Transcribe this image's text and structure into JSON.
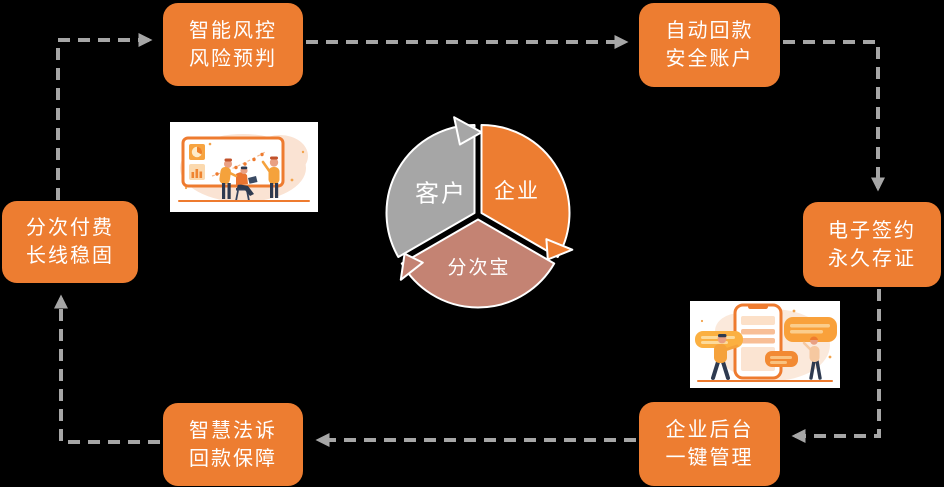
{
  "colors": {
    "canvas-bg": "#000000",
    "box-orange": "#ED7D31",
    "arrow-gray": "#A6A6A6",
    "pie-gray": "#A6A6A6",
    "pie-orange": "#ED7D31",
    "pie-salmon": "#C48373",
    "illo-orange": "#EE7B2F",
    "text-white": "#FFFFFF"
  },
  "nodes": [
    {
      "id": "smart-risk",
      "line1": "智能风控",
      "line2": "风险预判"
    },
    {
      "id": "auto-repayment",
      "line1": "自动回款",
      "line2": "安全账户"
    },
    {
      "id": "e-sign",
      "line1": "电子签约",
      "line2": "永久存证"
    },
    {
      "id": "enterprise-backend",
      "line1": "企业后台",
      "line2": "一键管理"
    },
    {
      "id": "smart-legal",
      "line1": "智慧法诉",
      "line2": "回款保障"
    },
    {
      "id": "installment-pay",
      "line1": "分次付费",
      "line2": "长线稳固"
    }
  ],
  "pie": {
    "customer": "客户",
    "enterprise": "企业",
    "product": "分次宝"
  },
  "illustrations": [
    {
      "name": "analytics-meeting-illustration"
    },
    {
      "name": "phone-chat-illustration"
    }
  ]
}
